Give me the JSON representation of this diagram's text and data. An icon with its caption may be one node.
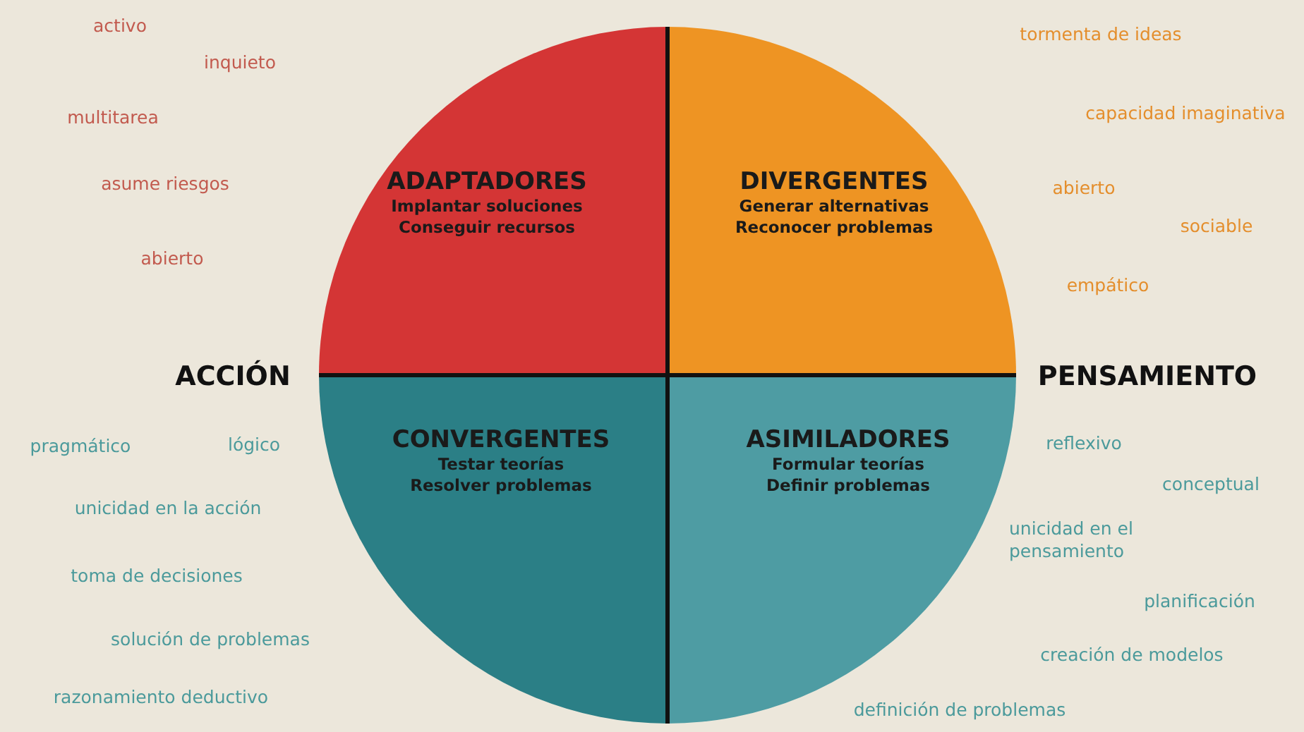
{
  "diagram": {
    "nodes": [
      {
        "text": [
          "ADAPTADORES",
          "Implantar soluciones",
          "Conseguir recursos"
        ]
      },
      {
        "text": [
          "DIVERGENTES",
          "Generar alternativas",
          "Reconocer problemas"
        ]
      },
      {
        "text": [
          "CONVERGENTES",
          "Testar teorías",
          "Resolver problemas"
        ]
      },
      {
        "text": [
          "ASIMILADORES",
          "Formular teorías",
          "Definir problemas"
        ]
      }
    ],
    "labels": [
      "activo",
      "inquieto",
      "multitarea",
      "asume riesgos",
      "abierto",
      "tormenta de ideas",
      "capacidad imaginativa",
      "abierto",
      "sociable",
      "empático",
      "ACCIÓN",
      "PENSAMIENTO",
      "pragmático",
      "lógico",
      "unicidad en la acción",
      "toma de decisiones",
      "solución de problemas",
      "razonamiento deductivo",
      "reflexivo",
      "conceptual",
      "unicidad en el pensamiento",
      "planificación",
      "creación de modelos",
      "definición de problemas"
    ]
  }
}
